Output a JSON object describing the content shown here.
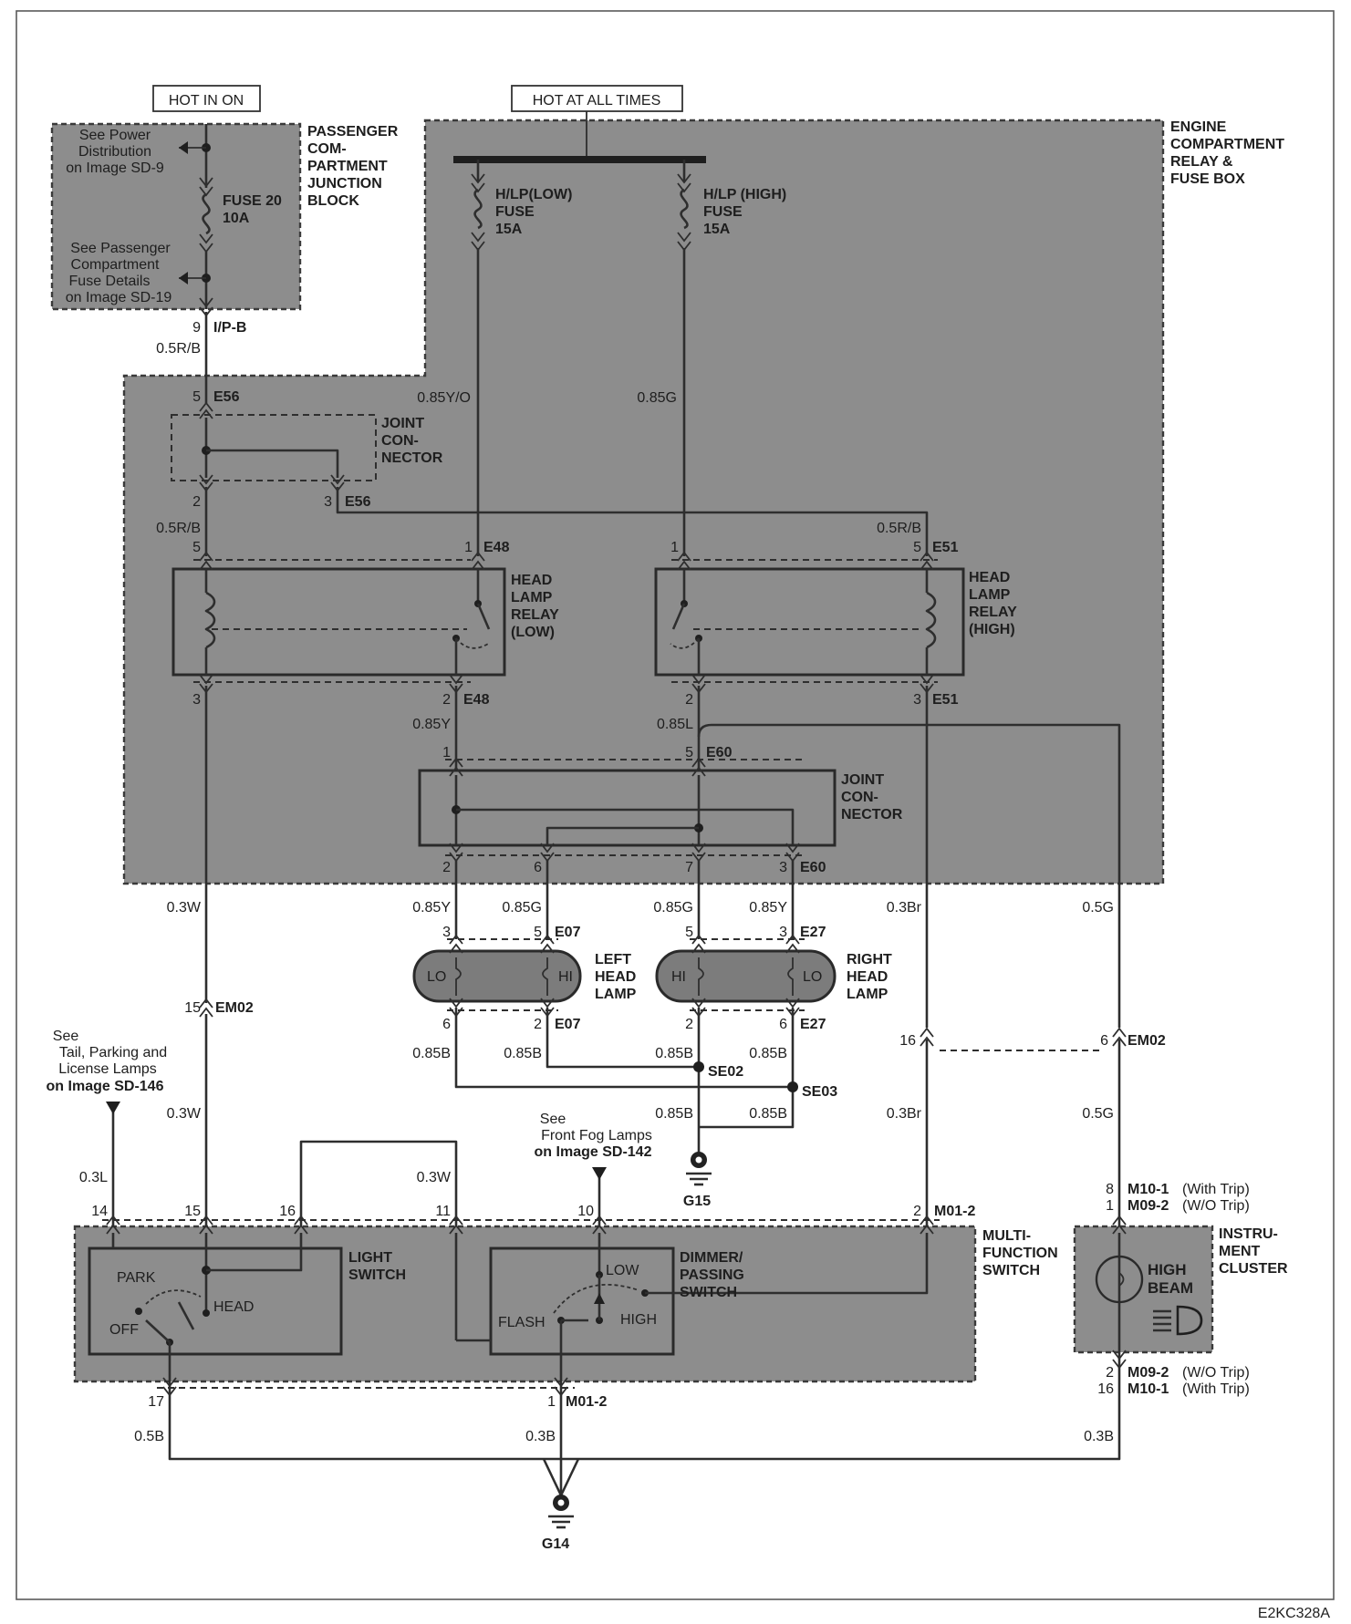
{
  "hot": {
    "on": "HOT IN ON",
    "always": "HOT AT ALL TIMES"
  },
  "pjb": {
    "title": [
      "PASSENGER",
      "COM-",
      "PARTMENT",
      "JUNCTION",
      "BLOCK"
    ],
    "ref1": [
      "See Power",
      "Distribution",
      "on Image SD-9"
    ],
    "fuse": [
      "FUSE 20",
      "10A"
    ],
    "ref2": [
      "See Passenger",
      "Compartment",
      "Fuse Details",
      "on Image SD-19"
    ]
  },
  "ecb": {
    "title": [
      "ENGINE",
      "COMPARTMENT",
      "RELAY &",
      "FUSE BOX"
    ],
    "fuse_low": [
      "H/LP(LOW)",
      "FUSE",
      "15A"
    ],
    "fuse_high": [
      "H/LP (HIGH)",
      "FUSE",
      "15A"
    ]
  },
  "joint1": {
    "label": [
      "JOINT",
      "CON-",
      "NECTOR"
    ]
  },
  "joint2": {
    "label": [
      "JOINT",
      "CON-",
      "NECTOR"
    ]
  },
  "relay_low": {
    "label": [
      "HEAD",
      "LAMP",
      "RELAY",
      "(LOW)"
    ]
  },
  "relay_high": {
    "label": [
      "HEAD",
      "LAMP",
      "RELAY",
      "(HIGH)"
    ]
  },
  "lamps": {
    "left": {
      "label": [
        "LEFT",
        "HEAD",
        "LAMP"
      ],
      "lo": "LO",
      "hi": "HI"
    },
    "right": {
      "label": [
        "RIGHT",
        "HEAD",
        "LAMP"
      ],
      "lo": "LO",
      "hi": "HI"
    }
  },
  "mfs": {
    "title": [
      "MULTI-",
      "FUNCTION",
      "SWITCH"
    ],
    "light_switch": [
      "LIGHT",
      "SWITCH"
    ],
    "park": "PARK",
    "head": "HEAD",
    "off": "OFF",
    "dimmer": [
      "DIMMER/",
      "PASSING",
      "SWITCH"
    ],
    "low": "LOW",
    "flash": "FLASH",
    "high": "HIGH"
  },
  "cluster": {
    "title": [
      "INSTRU-",
      "MENT",
      "CLUSTER"
    ],
    "beam": [
      "HIGH",
      "BEAM"
    ]
  },
  "refs": {
    "tail": [
      "See",
      "Tail, Parking and",
      "License Lamps",
      "on Image SD-146"
    ],
    "fog": [
      "See",
      "Front Fog Lamps",
      "on Image SD-142"
    ]
  },
  "grounds": {
    "g14": "G14",
    "g15": "G15"
  },
  "wires": {
    "w1": "0.5R/B",
    "w2": "0.85Y/O",
    "w3": "0.85G",
    "w4": "0.5R/B",
    "w5": "0.5R/B",
    "w6": "0.85Y",
    "w7": "0.85L",
    "w8": "0.3W",
    "w9": "0.85Y",
    "w10": "0.85G",
    "w11": "0.85G",
    "w12": "0.85Y",
    "w13": "0.3Br",
    "w14": "0.5G",
    "w15": "0.85B",
    "w16": "0.85B",
    "w17": "0.85B",
    "w18": "0.85B",
    "w19": "0.85B",
    "w20": "0.85B",
    "w21": "0.3W",
    "w22": "0.3Br",
    "w23": "0.5G",
    "w24": "0.3L",
    "w25": "0.3W",
    "w26": "0.5B",
    "w27": "0.3B",
    "w28": "0.3B"
  },
  "connectors": {
    "ipb": "I/P-B",
    "e56": "E56",
    "e56b": "E56",
    "e48": "E48",
    "e51": "E51",
    "e48b": "E48",
    "e51b": "E51",
    "e60": "E60",
    "e60b": "E60",
    "e07": "E07",
    "e27": "E27",
    "e07b": "E07",
    "e27b": "E27",
    "em02": "EM02",
    "em02b": "EM02",
    "se02": "SE02",
    "se03": "SE03",
    "m012": "M01-2",
    "m012b": "M01-2",
    "m101": "M10-1",
    "m101_note": "(With Trip)",
    "m092": "M09-2",
    "m092_note": "(W/O Trip)",
    "m092b": "M09-2",
    "m092b_note": "(W/O Trip)",
    "m101b": "M10-1",
    "m101b_note": "(With Trip)"
  },
  "pins": {
    "p9": "9",
    "p5a": "5",
    "p2a": "2",
    "p3a": "3",
    "p5b": "5",
    "p1a": "1",
    "p1b": "1",
    "p5c": "5",
    "p3b": "3",
    "p2b": "2",
    "p2c": "2",
    "p3c": "3",
    "p1c": "1",
    "p5d": "5",
    "p2d": "2",
    "p6a": "6",
    "p7a": "7",
    "p3d": "3",
    "p3e": "3",
    "p5e": "5",
    "p5f": "5",
    "p3f": "3",
    "p6b": "6",
    "p2e": "2",
    "p2f": "2",
    "p6c": "6",
    "p15a": "15",
    "p16a": "16",
    "p6d": "6",
    "p14": "14",
    "p15b": "15",
    "p16b": "16",
    "p11": "11",
    "p10": "10",
    "p2g": "2",
    "p8": "8",
    "p1d": "1",
    "p17": "17",
    "p1e": "1",
    "p2h": "2",
    "p16c": "16"
  },
  "code": "E2KC328A"
}
